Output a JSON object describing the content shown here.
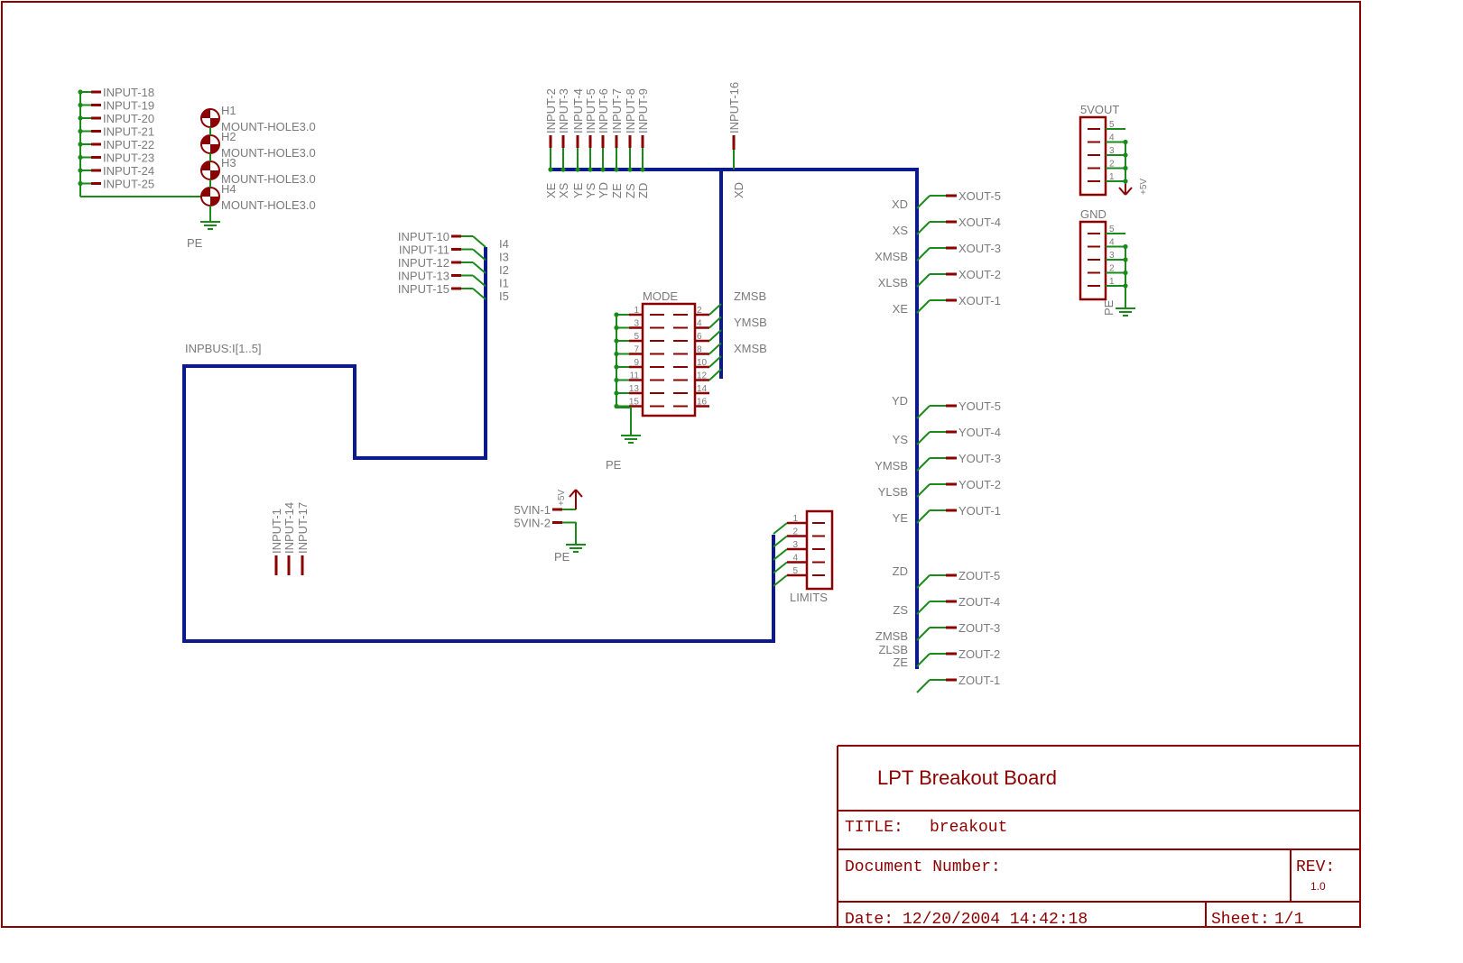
{
  "colors": {
    "frame": "#8b0000",
    "bus": "#0a1a8c",
    "net": "#1a8a1a",
    "pin": "#8b0000",
    "text": "#7a7a7a"
  },
  "title_block": {
    "board_name": "LPT Breakout Board",
    "title_label": "TITLE:",
    "title_value": "breakout",
    "docnum_label": "Document Number:",
    "rev_label": "REV:",
    "rev_value": "1.0",
    "date_label": "Date:",
    "date_value": "12/20/2004 14:42:18",
    "sheet_label": "Sheet:",
    "sheet_value": "1/1"
  },
  "left_inputs": [
    "INPUT-18",
    "INPUT-19",
    "INPUT-20",
    "INPUT-21",
    "INPUT-22",
    "INPUT-23",
    "INPUT-24",
    "INPUT-25"
  ],
  "mount_holes": [
    {
      "ref": "H1",
      "value": "MOUNT-HOLE3.0"
    },
    {
      "ref": "H2",
      "value": "MOUNT-HOLE3.0"
    },
    {
      "ref": "H3",
      "value": "MOUNT-HOLE3.0"
    },
    {
      "ref": "H4",
      "value": "MOUNT-HOLE3.0"
    }
  ],
  "pe_label": "PE",
  "top_inputs": [
    "INPUT-2",
    "INPUT-3",
    "INPUT-4",
    "INPUT-5",
    "INPUT-6",
    "INPUT-7",
    "INPUT-8",
    "INPUT-9"
  ],
  "top_nets": [
    "XE",
    "XS",
    "YE",
    "YS",
    "YD",
    "ZE",
    "ZS",
    "ZD"
  ],
  "input16": "INPUT-16",
  "xd_label": "XD",
  "mid_inputs": [
    "INPUT-10",
    "INPUT-11",
    "INPUT-12",
    "INPUT-13",
    "INPUT-15"
  ],
  "inp_bus_nets": [
    "I4",
    "I3",
    "I2",
    "I1",
    "I5"
  ],
  "inpbus_label": "INPBUS:I[1..5]",
  "mode": {
    "label": "MODE",
    "left_pins": [
      "1",
      "3",
      "5",
      "7",
      "9",
      "11",
      "13",
      "15"
    ],
    "right_pins": [
      "2",
      "4",
      "6",
      "8",
      "10",
      "12",
      "14",
      "16"
    ],
    "nets": [
      "ZMSB",
      "YMSB",
      "XMSB"
    ]
  },
  "power_in": {
    "pins": [
      "5VIN-1",
      "5VIN-2"
    ],
    "supply": "+5V"
  },
  "bottom_inputs": [
    "INPUT-1",
    "INPUT-14",
    "INPUT-17"
  ],
  "limits": {
    "label": "LIMITS",
    "pins": [
      "1",
      "2",
      "3",
      "4",
      "5"
    ]
  },
  "x_group": {
    "nets": [
      "XD",
      "XS",
      "XMSB",
      "XLSB",
      "XE"
    ],
    "outs": [
      "XOUT-5",
      "XOUT-4",
      "XOUT-3",
      "XOUT-2",
      "XOUT-1"
    ]
  },
  "y_group": {
    "nets": [
      "YD",
      "YS",
      "YMSB",
      "YLSB",
      "YE"
    ],
    "outs": [
      "YOUT-5",
      "YOUT-4",
      "YOUT-3",
      "YOUT-2",
      "YOUT-1"
    ]
  },
  "z_group": {
    "nets": [
      "ZD",
      "ZS",
      "ZMSB",
      "ZLSB",
      "ZE"
    ],
    "outs": [
      "ZOUT-5",
      "ZOUT-4",
      "ZOUT-3",
      "ZOUT-2",
      "ZOUT-1"
    ]
  },
  "vout": {
    "label": "5VOUT",
    "pins": [
      "5",
      "4",
      "3",
      "2",
      "1"
    ],
    "supply": "+5V"
  },
  "gnd": {
    "label": "GND",
    "pins": [
      "5",
      "4",
      "3",
      "2",
      "1"
    ]
  }
}
